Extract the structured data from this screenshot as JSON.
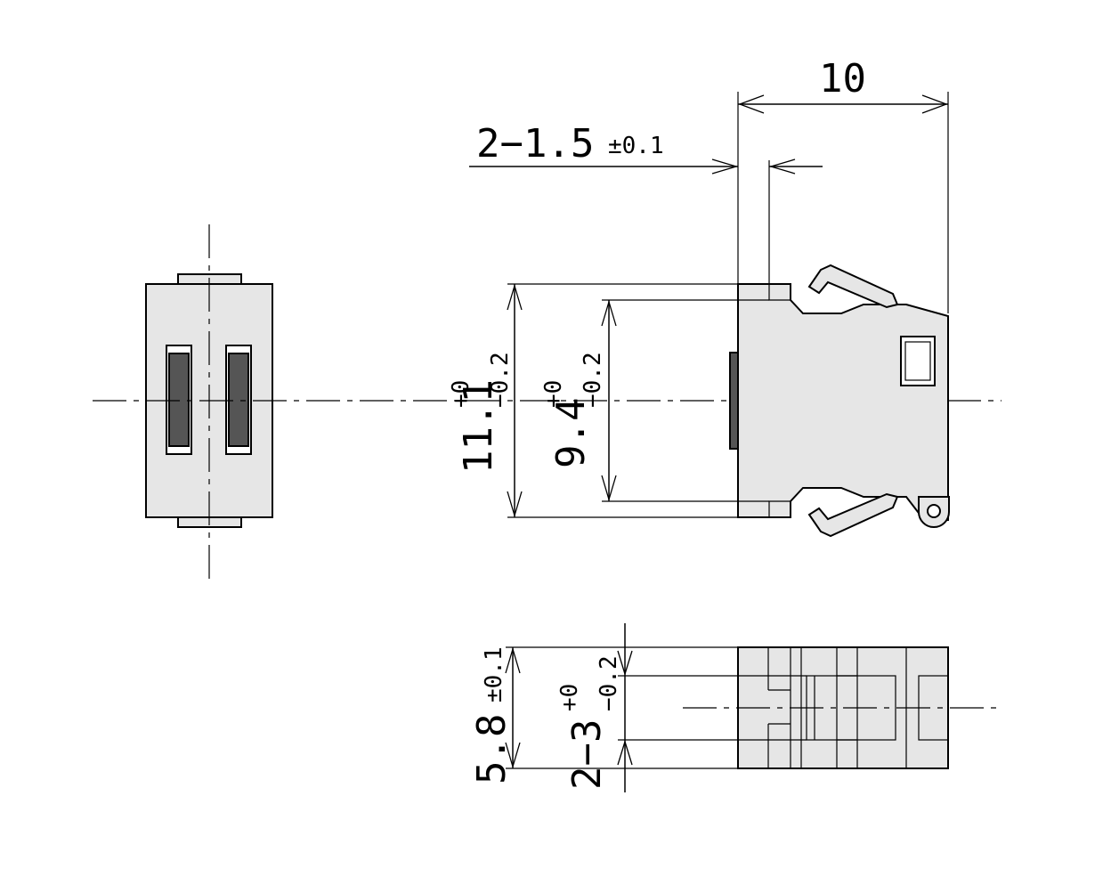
{
  "colors": {
    "body": "#e6e6e6",
    "terminal": "#555555",
    "line": "#000000",
    "background": "#ffffff"
  },
  "dimensions": {
    "overall_length": {
      "value": "10"
    },
    "pin_width": {
      "value": "2−1.5",
      "tol": "±0.1"
    },
    "height_outer": {
      "value": "11.1",
      "tol_upper": "+0",
      "tol_lower": "−0.2"
    },
    "height_inner": {
      "value": "9.4",
      "tol_upper": "+0",
      "tol_lower": "−0.2"
    },
    "depth": {
      "value": "5.8",
      "tol": "±0.1"
    },
    "slot_width": {
      "value": "2−3",
      "tol_upper": "+0",
      "tol_lower": "−0.2"
    }
  }
}
